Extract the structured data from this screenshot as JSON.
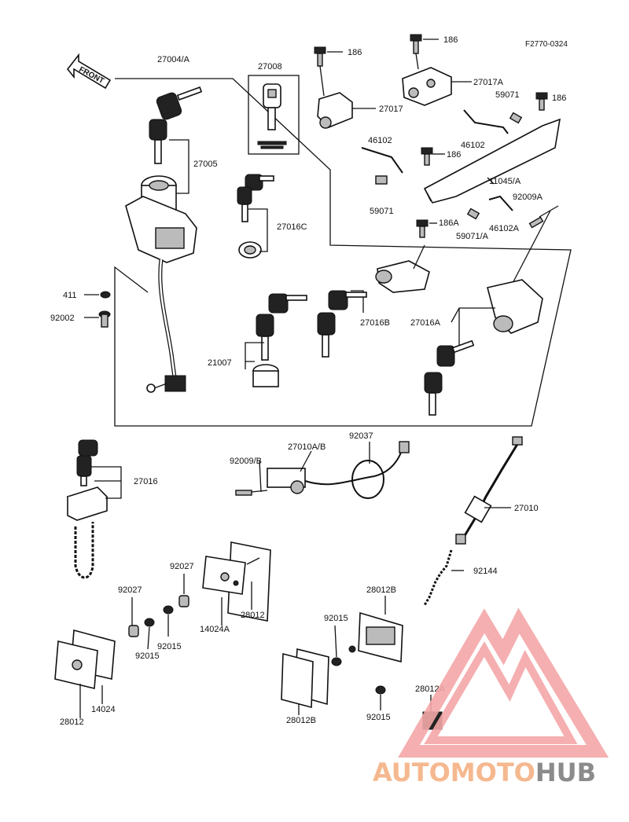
{
  "diagram": {
    "drawing_code": "F2770-0324",
    "front_label": "FRONT",
    "parts": {
      "p27004": "27004/A",
      "p27008": "27008",
      "p27005": "27005",
      "p27016C": "27016C",
      "p186a": "186",
      "p186b": "186",
      "p186c": "186",
      "p186d": "186",
      "p186A": "186A",
      "p27017": "27017",
      "p27017A": "27017A",
      "p59071a": "59071",
      "p59071b": "59071",
      "p59071A": "59071/A",
      "p46102a": "46102",
      "p46102b": "46102",
      "p46102A": "46102A",
      "p11045": "11045/A",
      "p92009A": "92009A",
      "p411": "411",
      "p92002": "92002",
      "p21007": "21007",
      "p27016B": "27016B",
      "p27016A": "27016A",
      "p27016": "27016",
      "p92009B": "92009/B",
      "p27010AB": "27010A/B",
      "p92037": "92037",
      "p27010": "27010",
      "p92144": "92144",
      "p92027a": "92027",
      "p92027b": "92027",
      "p14024A": "14024A",
      "p28012a": "28012",
      "p28012b": "28012",
      "p92015a": "92015",
      "p92015b": "92015",
      "p92015c": "92015",
      "p92015d": "92015",
      "p14024": "14024",
      "p28012B1": "28012B",
      "p28012B2": "28012B",
      "p28012A": "28012A"
    }
  },
  "watermark": {
    "part1": "AUTOMOTO",
    "part2": "HUB",
    "color_light": "#f4b183",
    "color_red": "#e8474c",
    "color_gray": "#7f7f7f"
  }
}
